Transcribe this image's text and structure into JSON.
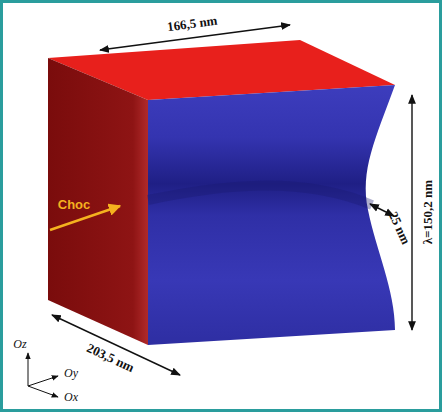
{
  "diagram": {
    "labels": [
      "166,5 nm",
      "Choc",
      "25 nm",
      "λ=150,2 nm",
      "203,5 nm",
      "Oz",
      "Oy",
      "Ox"
    ]
  }
}
